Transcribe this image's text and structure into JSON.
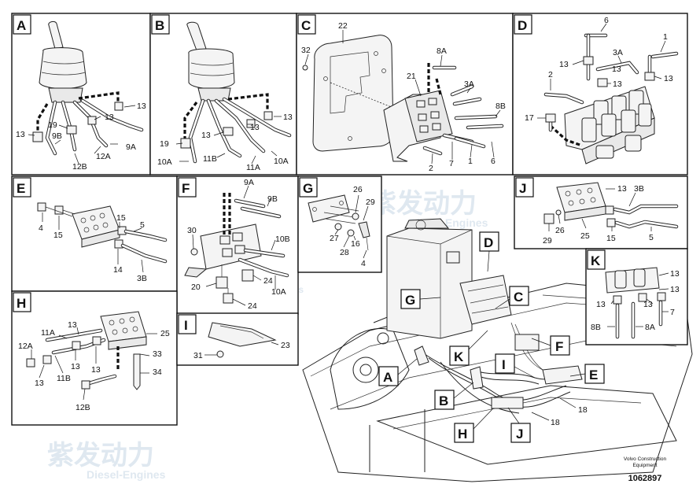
{
  "footer": {
    "brand": "Volvo Construction",
    "brand2": "Equipment",
    "code": "1062897"
  },
  "watermark": {
    "cn": "紫发动力",
    "en": "Diesel-Engines"
  },
  "panels": {
    "A": {
      "tag": "A",
      "callouts": [
        "13",
        "13",
        "19",
        "13",
        "9B",
        "12A",
        "9A",
        "12B"
      ]
    },
    "B": {
      "tag": "B",
      "callouts": [
        "13",
        "19",
        "13",
        "13",
        "11B",
        "11A",
        "10A",
        "10A"
      ]
    },
    "C": {
      "tag": "C",
      "callouts": [
        "22",
        "32",
        "8A",
        "21",
        "3A",
        "8B",
        "2",
        "7",
        "1",
        "6"
      ]
    },
    "D": {
      "tag": "D",
      "callouts": [
        "6",
        "1",
        "3A",
        "13",
        "13",
        "13",
        "2",
        "13",
        "17"
      ]
    },
    "E": {
      "tag": "E",
      "callouts": [
        "4",
        "15",
        "15",
        "5",
        "14",
        "3B"
      ]
    },
    "F": {
      "tag": "F",
      "callouts": [
        "9A",
        "9B",
        "30",
        "10B",
        "20",
        "24",
        "10A",
        "24"
      ]
    },
    "G": {
      "tag": "G",
      "callouts": [
        "26",
        "29",
        "27",
        "16",
        "28",
        "4"
      ]
    },
    "H": {
      "tag": "H",
      "callouts": [
        "13",
        "25",
        "11A",
        "33",
        "12A",
        "13",
        "13",
        "34",
        "13",
        "11B",
        "12B"
      ]
    },
    "I": {
      "tag": "I",
      "callouts": [
        "23",
        "31"
      ]
    },
    "J": {
      "tag": "J",
      "callouts": [
        "13",
        "3B",
        "26",
        "29",
        "25",
        "15",
        "5"
      ]
    },
    "K": {
      "tag": "K",
      "callouts": [
        "13",
        "13",
        "13",
        "13",
        "7",
        "8B",
        "8A"
      ]
    }
  },
  "overview": {
    "tags": [
      "D",
      "G",
      "C",
      "K",
      "F",
      "I",
      "E",
      "A",
      "B",
      "H",
      "J"
    ],
    "callouts": [
      "18",
      "18"
    ]
  }
}
